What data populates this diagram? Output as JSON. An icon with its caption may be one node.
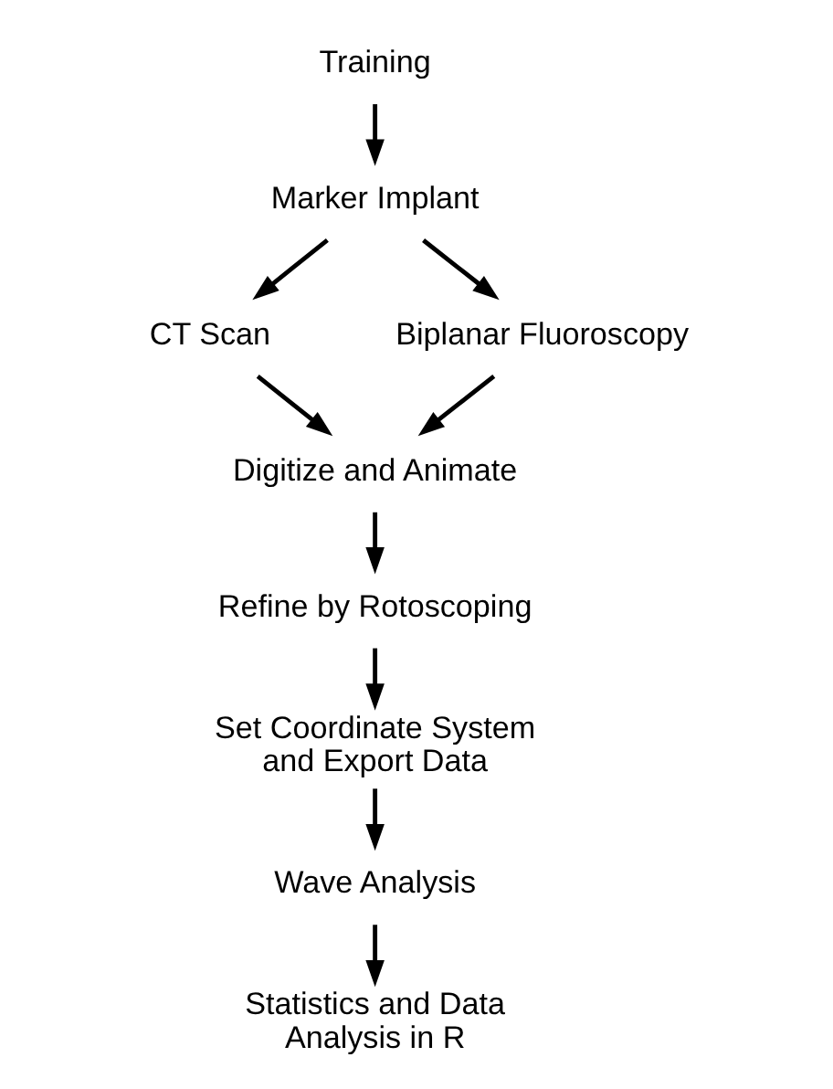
{
  "diagram": {
    "nodes": [
      {
        "text": [
          "Training"
        ]
      },
      {
        "text": [
          "Marker Implant"
        ]
      },
      {
        "text": [
          "CT Scan"
        ]
      },
      {
        "text": [
          "Biplanar Fluoroscopy"
        ]
      },
      {
        "text": [
          "Digitize and Animate"
        ]
      },
      {
        "text": [
          "Refine by Rotoscoping"
        ]
      },
      {
        "text": [
          "Set Coordinate System and Export Data"
        ]
      },
      {
        "text": [
          "Wave Analysis"
        ]
      },
      {
        "text": [
          "Statistics and Data Analysis in R"
        ]
      }
    ],
    "edges": [
      {
        "from": 0,
        "to": 1,
        "arrow": "to"
      },
      {
        "from": 1,
        "to": 2,
        "arrow": "to"
      },
      {
        "from": 1,
        "to": 3,
        "arrow": "to"
      },
      {
        "from": 2,
        "to": 4,
        "arrow": "to"
      },
      {
        "from": 3,
        "to": 4,
        "arrow": "to"
      },
      {
        "from": 4,
        "to": 5,
        "arrow": "to"
      },
      {
        "from": 5,
        "to": 6,
        "arrow": "to"
      },
      {
        "from": 6,
        "to": 7,
        "arrow": "to"
      },
      {
        "from": 7,
        "to": 8,
        "arrow": "to"
      }
    ]
  }
}
